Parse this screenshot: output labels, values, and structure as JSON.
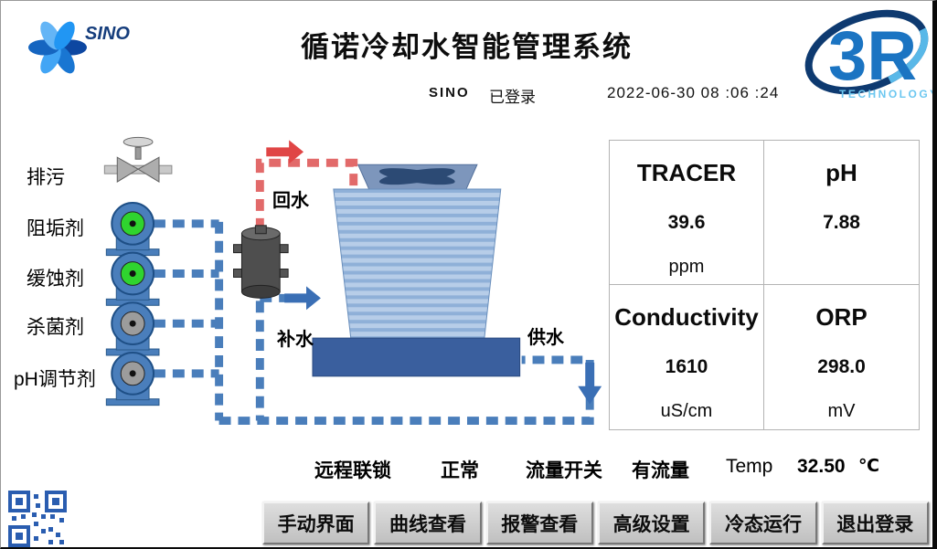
{
  "header": {
    "title": "循诺冷却水智能管理系统",
    "user": "SINO",
    "login_status": "已登录",
    "datetime": "2022-06-30  08 :06 :24"
  },
  "logos": {
    "sino_text": "SINO",
    "r3_text": "3R",
    "r3_subtext": "TECHNOLOGY"
  },
  "diagram": {
    "chemicals": [
      "排污",
      "阻垢剂",
      "缓蚀剂",
      "杀菌剂",
      "pH调节剂"
    ],
    "pipes": {
      "return": "回水",
      "makeup": "补水",
      "supply": "供水"
    }
  },
  "readings": [
    {
      "name": "TRACER",
      "value": "39.6",
      "unit": "ppm"
    },
    {
      "name": "pH",
      "value": "7.88",
      "unit": ""
    },
    {
      "name": "Conductivity",
      "value": "1610",
      "unit": "uS/cm"
    },
    {
      "name": "ORP",
      "value": "298.0",
      "unit": "mV"
    }
  ],
  "status_bar": [
    {
      "label": "远程联锁",
      "value": "正常"
    },
    {
      "label": "流量开关",
      "value": "有流量"
    },
    {
      "label": "Temp",
      "value": "32.50",
      "unit": "℃"
    }
  ],
  "buttons": [
    "手动界面",
    "曲线查看",
    "报警查看",
    "高级设置",
    "冷态运行",
    "退出登录"
  ],
  "colors": {
    "pipe_blue": "#4a7ebb",
    "pipe_red": "#e26a6a",
    "pump_on": "#2fd42f",
    "pump_off": "#9c9c9c",
    "basin_blue": "#3a5f9e"
  }
}
